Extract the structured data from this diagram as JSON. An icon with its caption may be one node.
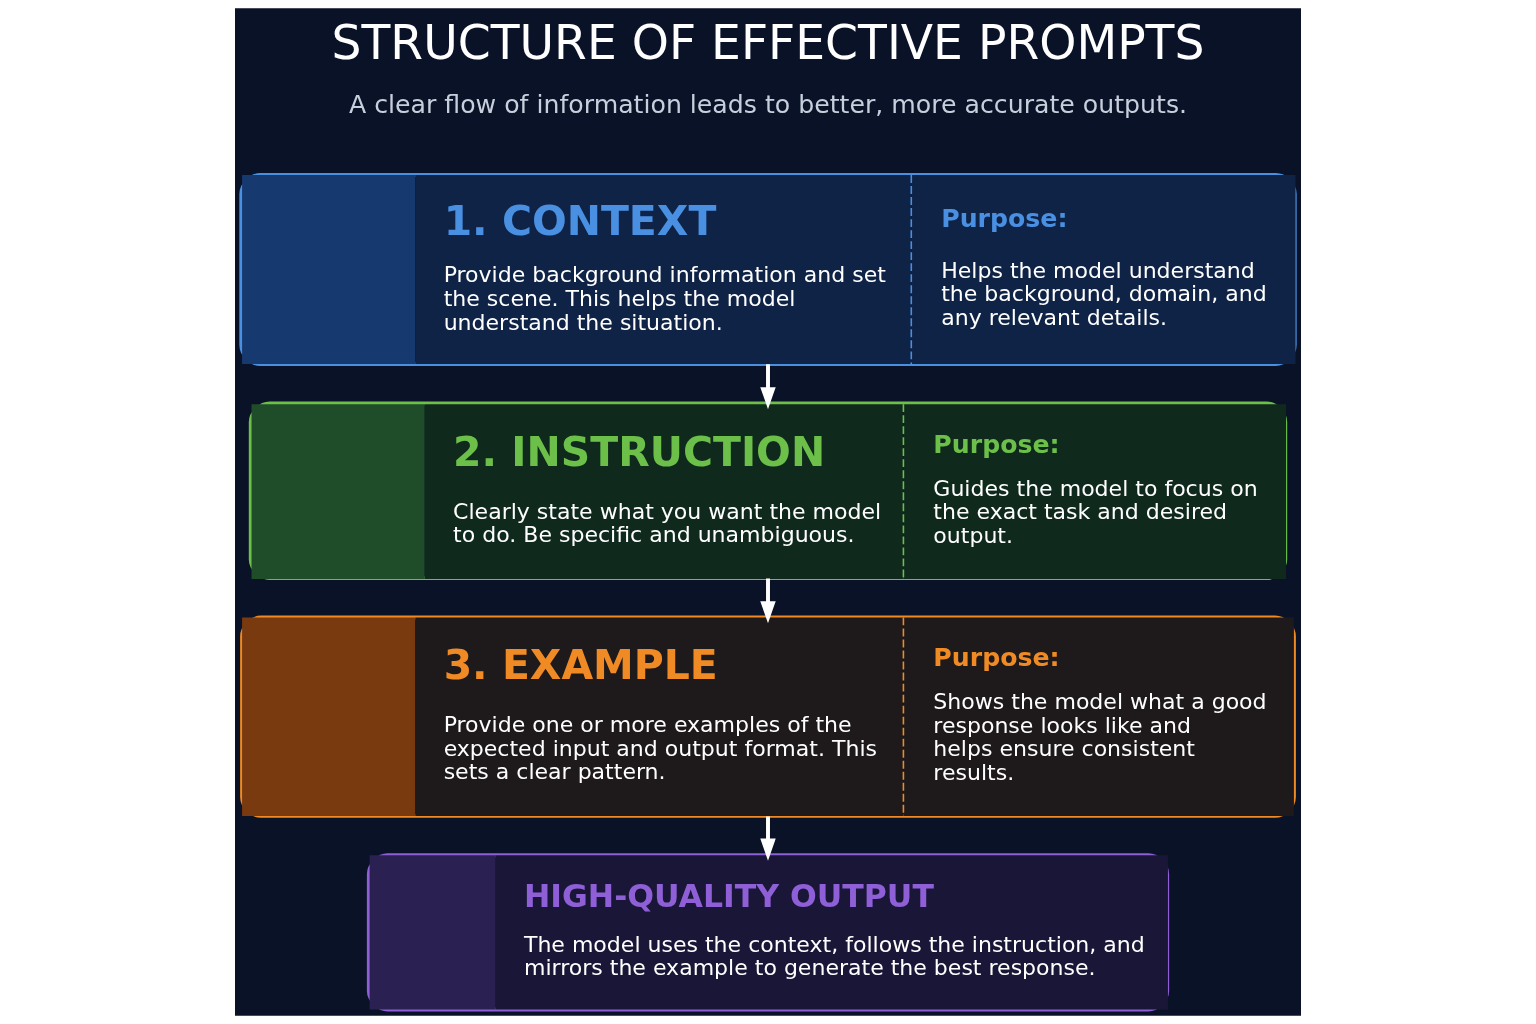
{
  "diagram": {
    "title": "STRUCTURE OF EFFECTIVE PROMPTS",
    "nodes": [
      {
        "text": [
          "1. CONTEXT",
          "Provide background information and set the scene. This helps the model understand the situation.",
          "Purpose:",
          "Helps the model understand the background, domain, and any relevant details."
        ]
      },
      {
        "text": [
          "2. INSTRUCTION",
          "Clearly state what you want the model to do. Be specific and unambiguous.",
          "Purpose:",
          "Guides the model to focus on the exact task and desired output."
        ]
      },
      {
        "text": [
          "3. EXAMPLE",
          "Provide one or more examples of the expected input and output format. This sets a clear pattern.",
          "Purpose:",
          "Shows the model what a good response looks like and helps ensure consistent results."
        ]
      },
      {
        "text": [
          "HIGH-QUALITY OUTPUT",
          "The model uses the context, follows the instruction, and mirrors the example to generate the best response."
        ]
      }
    ],
    "edges": [
      {
        "from": 0,
        "to": 1,
        "arrow": "to"
      },
      {
        "from": 1,
        "to": 2,
        "arrow": "to"
      },
      {
        "from": 2,
        "to": 3,
        "arrow": "to"
      }
    ],
    "labels": [
      "A clear flow of information leads to better, more accurate outputs."
    ]
  }
}
